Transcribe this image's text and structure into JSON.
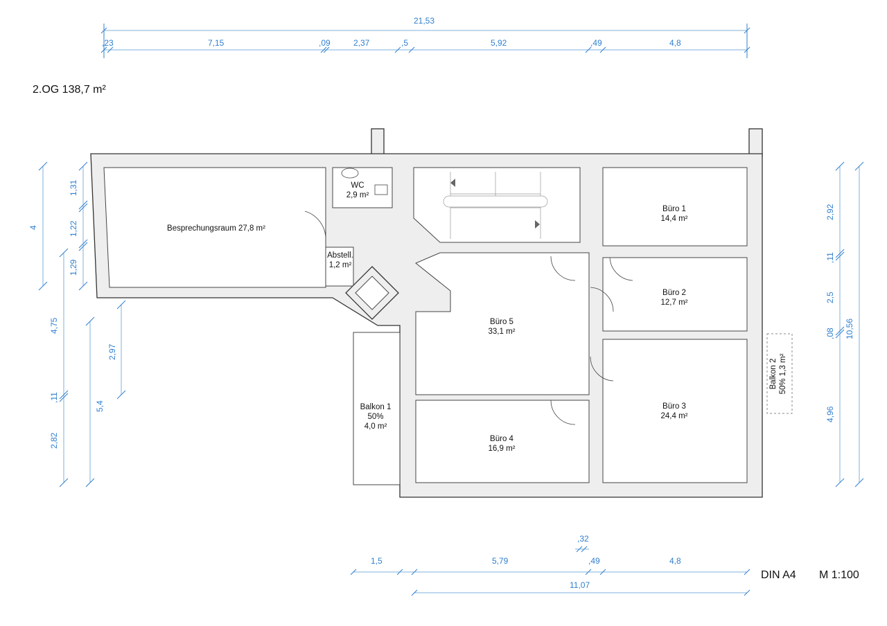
{
  "plan": {
    "floor_label": "2.OG  138,7 m²",
    "paper": "DIN A4",
    "scale": "M 1:100"
  },
  "rooms": {
    "besprechung": "Besprechungsraum 27,8 m²",
    "wc_name": "WC",
    "wc_area": "2,9 m²",
    "abstell_name": "Abstell.",
    "abstell_area": "1,2 m²",
    "buero1_name": "Büro 1",
    "buero1_area": "14,4 m²",
    "buero2_name": "Büro 2",
    "buero2_area": "12,7 m²",
    "buero3_name": "Büro 3",
    "buero3_area": "24,4 m²",
    "buero4_name": "Büro 4",
    "buero4_area": "16,9 m²",
    "buero5_name": "Büro 5",
    "buero5_area": "33,1 m²",
    "balkon1_name": "Balkon 1",
    "balkon1_pct": "50%",
    "balkon1_area": "4,0 m²",
    "balkon2_name": "Balkon 2",
    "balkon2_area": "50% 1,3 m²"
  },
  "dims": {
    "top_total": "21,53",
    "top": [
      ",23",
      "7,15",
      ",09",
      "2,37",
      ",5",
      "5,92",
      ",49",
      "4,8"
    ],
    "left_outer": "4",
    "left_inner": [
      "1,31",
      "1,22",
      "1,29"
    ],
    "left_lower": [
      "4,75",
      ",11",
      "2,82"
    ],
    "left_54": "5,4",
    "left_297": "2,97",
    "right": [
      "2,92",
      ",11",
      "2,5",
      ",08",
      "4,96"
    ],
    "right_total": "10,56",
    "bottom": [
      "1,5",
      "5,79",
      ",32",
      ",49",
      "4,8"
    ],
    "bottom_total": "11,07"
  }
}
